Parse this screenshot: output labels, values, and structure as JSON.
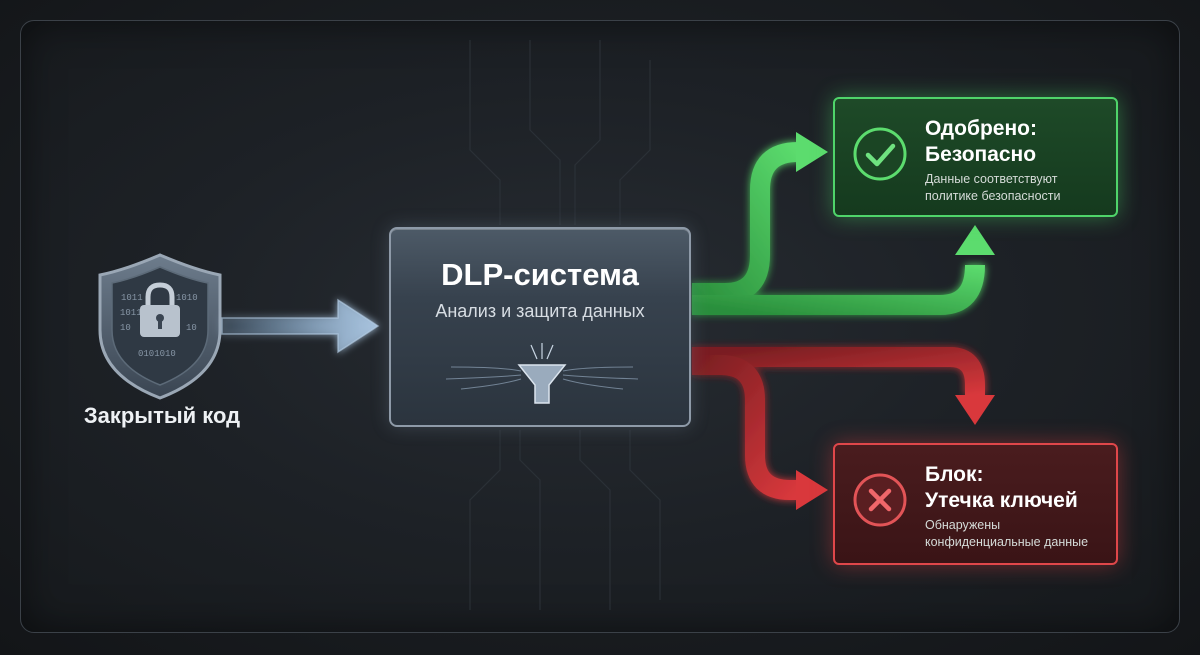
{
  "source": {
    "label": "Закрытый код",
    "binary_text": [
      "1011",
      "1010",
      "1011",
      "10",
      "10",
      "0101010"
    ]
  },
  "dlp": {
    "title": "DLP-система",
    "subtitle": "Анализ и защита данных"
  },
  "approved": {
    "title_line1": "Одобрено:",
    "title_line2": "Безопасно",
    "desc_line1": "Данные соответствуют",
    "desc_line2": "политике безопасности",
    "color": "#4fd46a",
    "icon": "check-circle-icon"
  },
  "blocked": {
    "title_line1": "Блок:",
    "title_line2": "Утечка ключей",
    "desc_line1": "Обнаружены",
    "desc_line2": "конфиденциальные данные",
    "color": "#e0474a",
    "icon": "x-circle-icon"
  },
  "icons": {
    "shield": "shield-lock-icon",
    "funnel": "funnel-icon"
  }
}
